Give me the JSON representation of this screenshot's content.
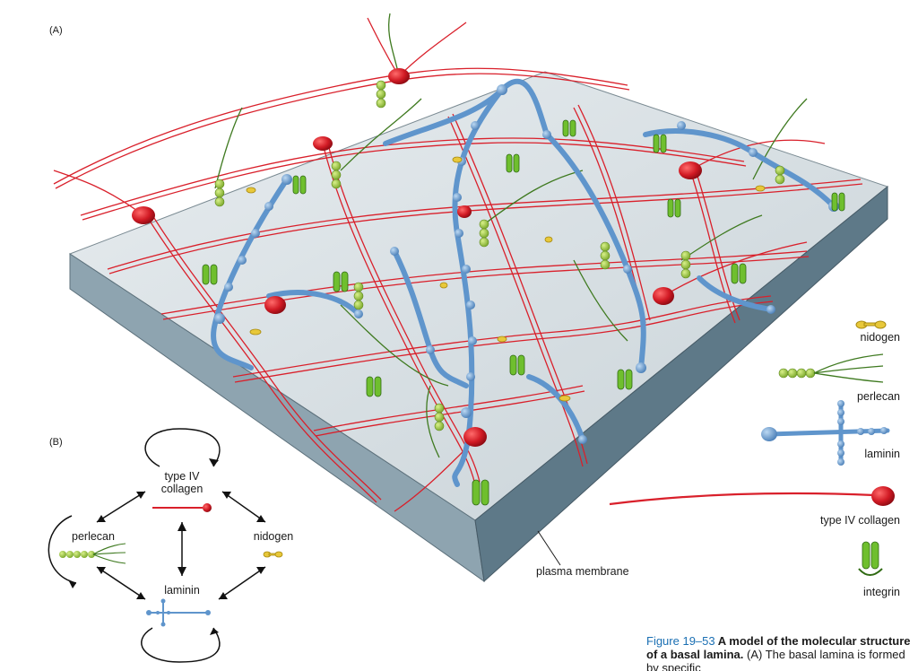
{
  "panel_a": {
    "label": "(A)"
  },
  "panel_b": {
    "label": "(B)"
  },
  "membrane_label": "plasma membrane",
  "legend": {
    "nidogen": "nidogen",
    "perlecan": "perlecan",
    "laminin": "laminin",
    "collagen": "type IV collagen",
    "integrin": "integrin"
  },
  "interaction_diagram": {
    "collagen": "type IV\ncollagen",
    "perlecan": "perlecan",
    "nidogen": "nidogen",
    "laminin": "laminin"
  },
  "caption": {
    "fig_num": "Figure 19–53",
    "title": " A model of the molecular structure of a basal lamina.",
    "rest": " (A) The basal lamina is formed by specific"
  },
  "colors": {
    "collagen": "#d9202b",
    "collagen_head": "#c4121c",
    "laminin": "#6b9ed1",
    "laminin_dark": "#3a6ea5",
    "perlecan": "#9ed04a",
    "perlecan_dark": "#4a8a1e",
    "nidogen": "#e8c83a",
    "integrin": "#6fbf2e",
    "membrane_top": "#d9dfe2",
    "membrane_side": "#6f8a99",
    "caption_accent": "#1a6fb3"
  }
}
